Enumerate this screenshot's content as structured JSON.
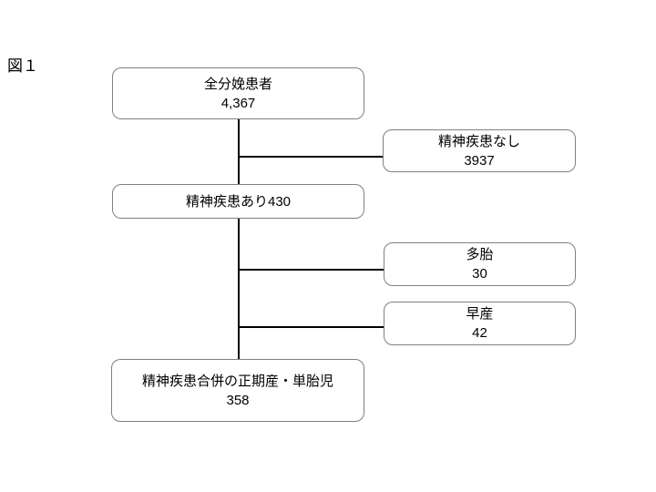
{
  "figure_label": "図１",
  "flowchart": {
    "nodes": [
      {
        "name": "all-deliveries",
        "lines": [
          "全分娩患者",
          "4,367"
        ]
      },
      {
        "name": "no-mental-illness",
        "lines": [
          "精神疾患なし",
          "3937"
        ]
      },
      {
        "name": "mental-illness",
        "lines": [
          "精神疾患あり430"
        ]
      },
      {
        "name": "multiple-pregnancy",
        "lines": [
          "多胎",
          "30"
        ]
      },
      {
        "name": "preterm-birth",
        "lines": [
          "早産",
          "42"
        ]
      },
      {
        "name": "term-singleton-with-mental-illness",
        "lines": [
          "精神疾患合併の正期産・単胎児",
          "358"
        ]
      }
    ]
  },
  "colors": {
    "background": "#ffffff",
    "box_border": "#808080",
    "connector": "#000000",
    "text": "#000000"
  }
}
